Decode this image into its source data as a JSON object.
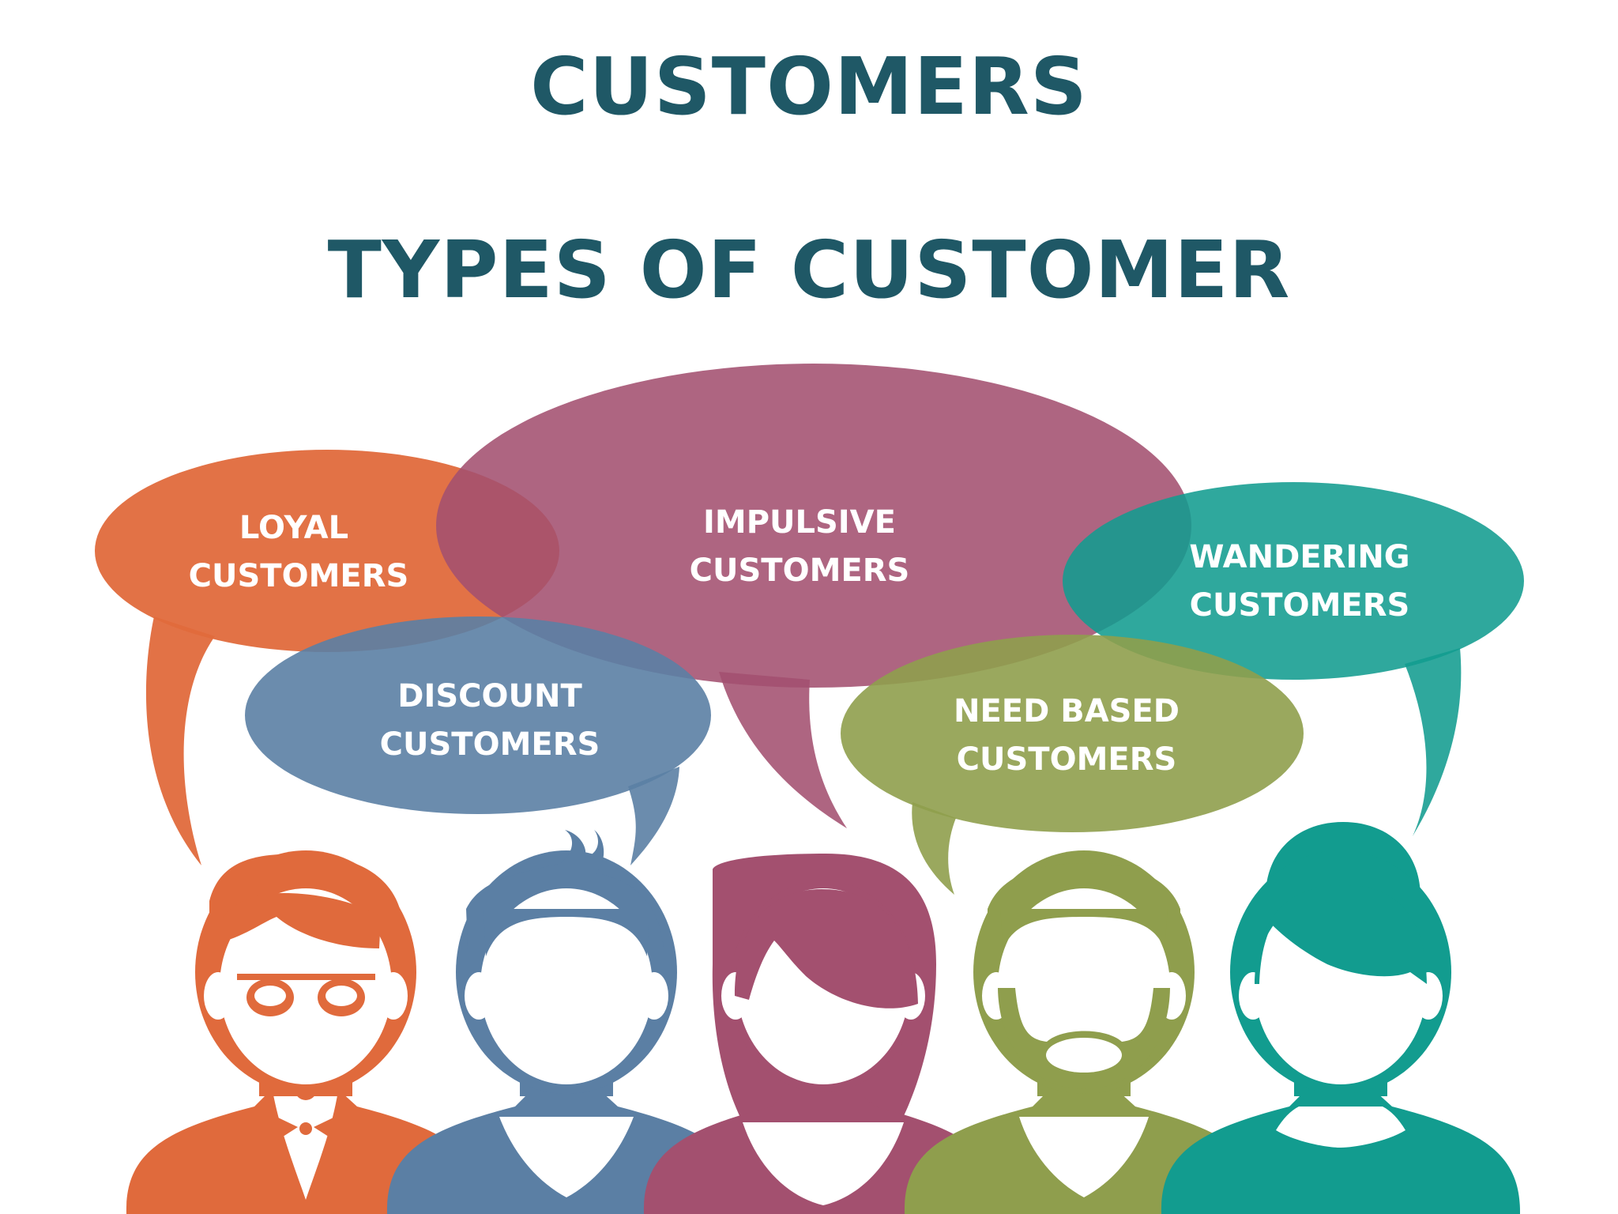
{
  "title": "CUSTOMERS",
  "subtitle": "TYPES OF CUSTOMER",
  "colors": {
    "heading": "#1f5866",
    "orange": "#e06a3c",
    "blue": "#5b7fa4",
    "magenta": "#a3506f",
    "olive": "#8f9e4d",
    "teal": "#129c8f"
  },
  "bubbles": [
    {
      "key": "loyal",
      "line1": "LOYAL",
      "line2": "CUSTOMERS",
      "color": "orange"
    },
    {
      "key": "impulsive",
      "line1": "IMPULSIVE",
      "line2": "CUSTOMERS",
      "color": "magenta"
    },
    {
      "key": "wandering",
      "line1": "WANDERING",
      "line2": "CUSTOMERS",
      "color": "teal"
    },
    {
      "key": "discount",
      "line1": "DISCOUNT",
      "line2": "CUSTOMERS",
      "color": "blue"
    },
    {
      "key": "need-based",
      "line1": "NEED BASED",
      "line2": "CUSTOMERS",
      "color": "olive"
    }
  ],
  "people": [
    {
      "key": "man-glasses-bowtie",
      "color": "orange"
    },
    {
      "key": "man-quiff",
      "color": "blue"
    },
    {
      "key": "woman-long-hair",
      "color": "magenta"
    },
    {
      "key": "man-beard",
      "color": "olive"
    },
    {
      "key": "woman-bun",
      "color": "teal"
    }
  ]
}
